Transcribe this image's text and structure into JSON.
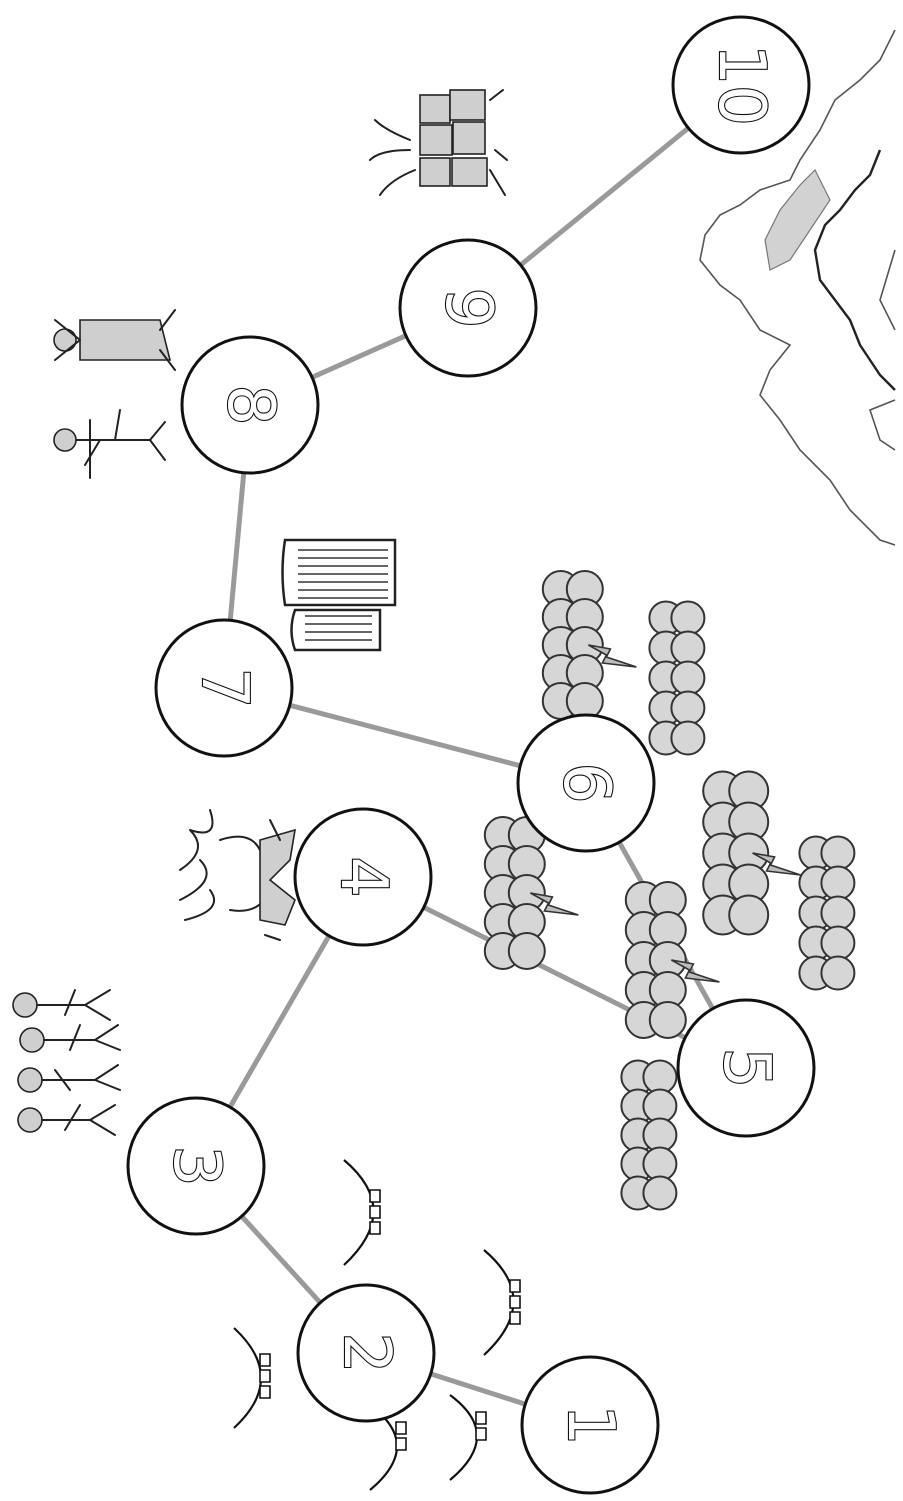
{
  "diagram": {
    "nodes": [
      {
        "id": "1",
        "label": "1"
      },
      {
        "id": "2",
        "label": "2"
      },
      {
        "id": "3",
        "label": "3"
      },
      {
        "id": "4",
        "label": "4"
      },
      {
        "id": "5",
        "label": "5"
      },
      {
        "id": "6",
        "label": "6"
      },
      {
        "id": "7",
        "label": "7"
      },
      {
        "id": "8",
        "label": "8"
      },
      {
        "id": "9",
        "label": "9"
      },
      {
        "id": "10",
        "label": "10"
      }
    ],
    "edges": [
      [
        "1",
        "2"
      ],
      [
        "2",
        "3"
      ],
      [
        "3",
        "4"
      ],
      [
        "4",
        "5"
      ],
      [
        "5",
        "6"
      ],
      [
        "6",
        "7"
      ],
      [
        "7",
        "8"
      ],
      [
        "8",
        "9"
      ],
      [
        "9",
        "10"
      ]
    ],
    "orientation": "rotated 90 degrees clockwise",
    "illustrations": [
      "hill-tent-icon",
      "crowd-icon",
      "burning-bush-icon",
      "storm-cloud-icon",
      "cloud-icon",
      "stone-tablets-icon",
      "two-figures-icon",
      "fallen-wall-icon",
      "map-icon"
    ]
  }
}
